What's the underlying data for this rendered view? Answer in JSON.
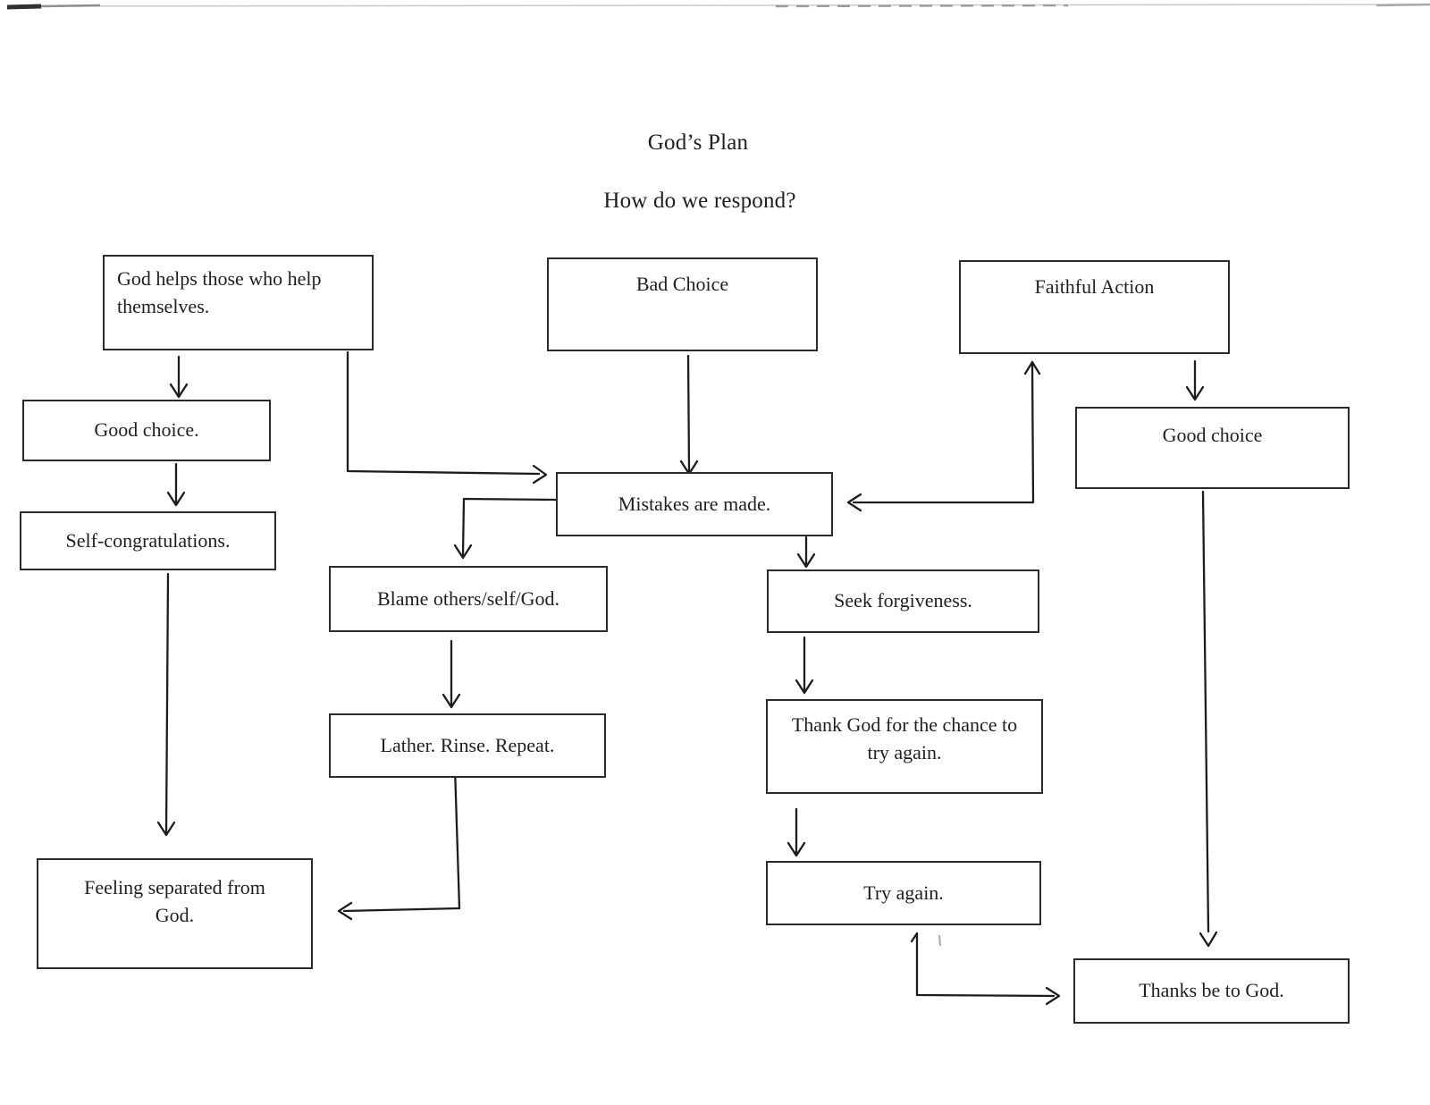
{
  "page": {
    "title": "God’s Plan",
    "subtitle": "How do we respond?"
  },
  "diagram": {
    "nodes": {
      "god_helps": {
        "label": "God helps those who help themselves."
      },
      "bad_choice": {
        "label": "Bad Choice"
      },
      "faithful_action": {
        "label": "Faithful Action"
      },
      "good_choice_left": {
        "label": "Good choice."
      },
      "self_congrats": {
        "label": "Self-congratulations."
      },
      "mistakes": {
        "label": "Mistakes are made."
      },
      "blame": {
        "label": "Blame others/self/God."
      },
      "lather": {
        "label": "Lather. Rinse. Repeat."
      },
      "feeling_separated": {
        "label": "Feeling separated from God."
      },
      "seek_forgiveness": {
        "label": "Seek forgiveness."
      },
      "thank_god": {
        "label": "Thank God for the chance to try again."
      },
      "try_again": {
        "label": "Try again."
      },
      "good_choice_right": {
        "label": "Good choice"
      },
      "thanks_be": {
        "label": "Thanks be to God."
      }
    },
    "edges": [
      {
        "from": "god_helps",
        "to": "good_choice_left"
      },
      {
        "from": "god_helps",
        "to": "mistakes"
      },
      {
        "from": "good_choice_left",
        "to": "self_congrats"
      },
      {
        "from": "self_congrats",
        "to": "feeling_separated"
      },
      {
        "from": "bad_choice",
        "to": "mistakes"
      },
      {
        "from": "mistakes",
        "to": "blame"
      },
      {
        "from": "mistakes",
        "to": "seek_forgiveness"
      },
      {
        "from": "faithful_action",
        "to": "mistakes",
        "double_headed": true
      },
      {
        "from": "faithful_action",
        "to": "good_choice_right"
      },
      {
        "from": "blame",
        "to": "lather"
      },
      {
        "from": "lather",
        "to": "feeling_separated"
      },
      {
        "from": "seek_forgiveness",
        "to": "thank_god"
      },
      {
        "from": "thank_god",
        "to": "try_again"
      },
      {
        "from": "try_again",
        "to": "thanks_be"
      },
      {
        "from": "good_choice_right",
        "to": "thanks_be"
      }
    ],
    "colors": {
      "ink": "#1d1d1d",
      "paper": "#ffffff"
    }
  }
}
